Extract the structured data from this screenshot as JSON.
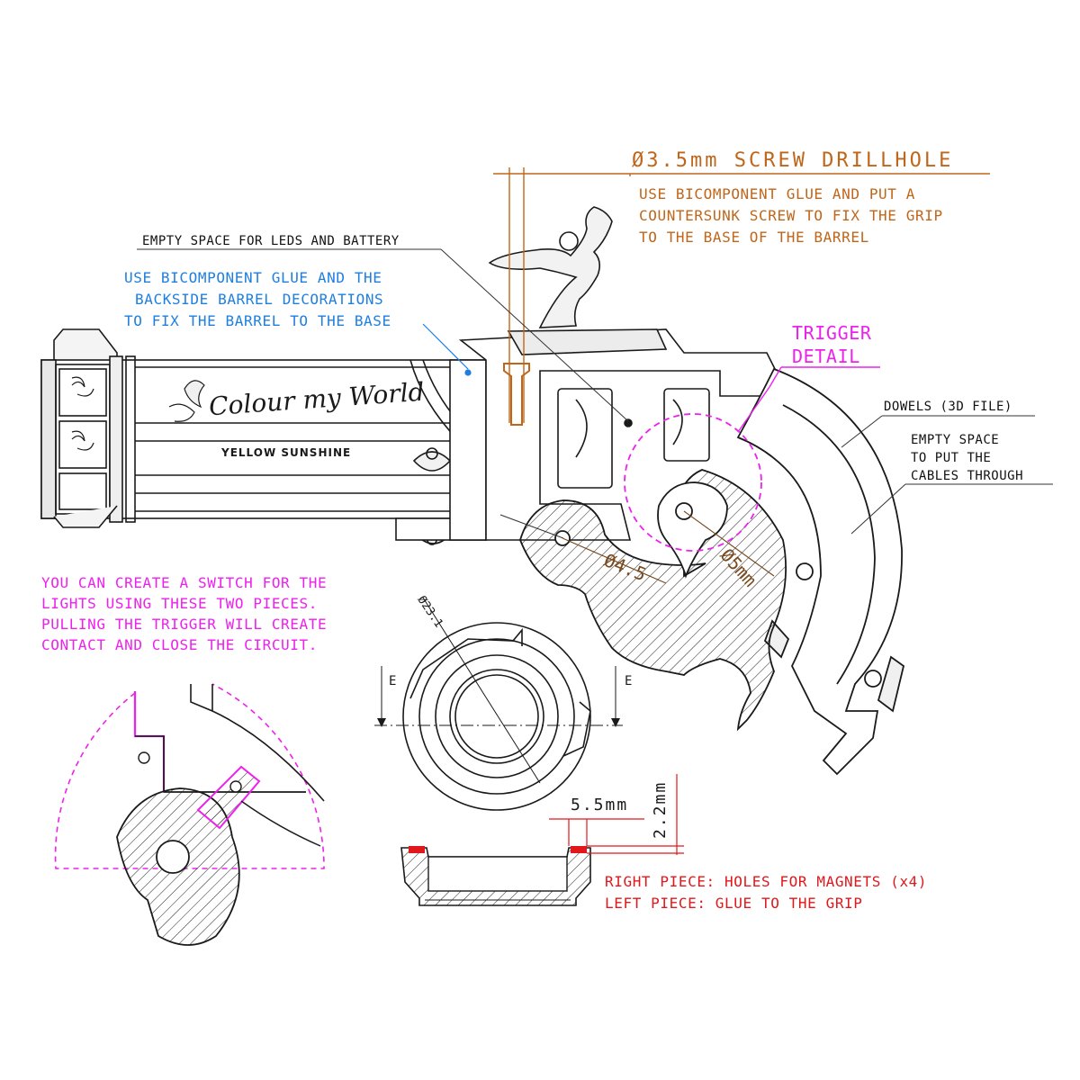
{
  "colors": {
    "line": "#1a1a1a",
    "orange": "#c0661a",
    "blue": "#1e7fe0",
    "magenta": "#ee20ee",
    "red": "#e0181c",
    "dim": "#7a4a1e"
  },
  "drillhole": {
    "title": "Ø3.5mm SCREW DRILLHOLE",
    "line1": "USE BICOMPONENT GLUE AND PUT A",
    "line2": "COUNTERSUNK SCREW TO FIX THE GRIP",
    "line3": "TO THE BASE OF THE BARREL"
  },
  "empty_space_leds": "EMPTY SPACE FOR LEDS AND BATTERY",
  "barrel_note": {
    "line1": "USE BICOMPONENT GLUE AND THE",
    "line2": "BACKSIDE BARREL DECORATIONS",
    "line3": "TO FIX THE BARREL TO THE BASE"
  },
  "trigger_detail": {
    "line1": "TRIGGER",
    "line2": "DETAIL"
  },
  "dowels": "DOWELS (3D FILE)",
  "cables": {
    "line1": "EMPTY SPACE",
    "line2": "TO PUT THE",
    "line3": "CABLES THROUGH"
  },
  "switch_note": {
    "line1": "YOU CAN CREATE A SWITCH FOR THE",
    "line2": "LIGHTS USING THESE TWO PIECES.",
    "line3": "PULLING THE TRIGGER WILL CREATE",
    "line4": "CONTACT AND CLOSE THE CIRCUIT."
  },
  "barrel_engraving": {
    "script": "Colour my World",
    "name": "YELLOW SUNSHINE"
  },
  "dimensions": {
    "d45": "Ø4.5",
    "d5": "Ø5mm",
    "d231": "Ø23.1",
    "w55": "5.5mm",
    "h22": "2.2mm",
    "section_left": "E",
    "section_right": "E"
  },
  "magnet_note": {
    "line1": "RIGHT PIECE: HOLES FOR MAGNETS (x4)",
    "line2": "LEFT PIECE: GLUE TO THE GRIP"
  }
}
